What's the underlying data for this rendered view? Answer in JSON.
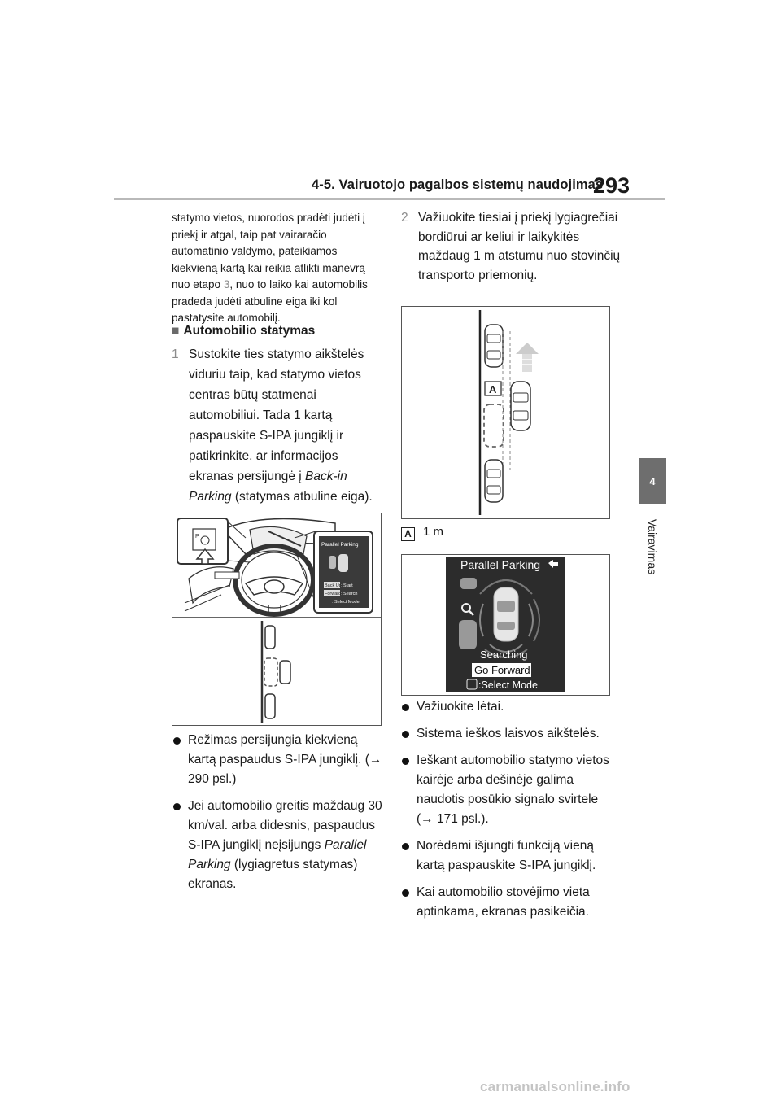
{
  "header": {
    "title": "4-5. Vairuotojo pagalbos sistemų naudojimas",
    "page_number": "293"
  },
  "side_tab": {
    "number": "4",
    "label": "Vairavimas"
  },
  "intro": {
    "text_before": "statymo vietos, nuorodos pradėti judėti į priekį ir atgal, taip pat vairaračio automatinio valdymo, pateikiamos kiekvieną kartą kai reikia atlikti manevrą nuo etapo ",
    "step_ref": "3",
    "text_after": ", nuo to laiko kai automobilis pradeda judėti atbuline eiga iki kol pastatysite automobilį."
  },
  "section": {
    "marker": "■",
    "title": "Automobilio statymas"
  },
  "step1": {
    "number": "1",
    "text_before": "Sustokite ties statymo aikštelės viduriu taip, kad statymo vietos centras būtų statmenai automobiliui. Tada 1 kartą paspauskite S-IPA jungiklį ir patikrinkite, ar informacijos ekranas persijungė į ",
    "italic": "Back-in Parking",
    "text_after": " (statymas atbuline eiga)."
  },
  "figure1": {
    "screen_title": "Parallel Parking",
    "line1_key": "Back Up",
    "line1_text": ": Start",
    "line2_key": "Forward",
    "line2_text": ": Search",
    "line3_text": ": Select Mode"
  },
  "bullets_left": [
    {
      "text": "Režimas persijungia kiekvieną kartą paspaudus S-IPA jungiklį. (→ 290 psl.)"
    },
    {
      "text_before": "Jei automobilio greitis maždaug 30 km/val. arba didesnis, paspaudus S-IPA jungiklį neįsijungs ",
      "italic": "Parallel Parking",
      "text_after": " (lygiagretus statymas) ekranas."
    }
  ],
  "step2": {
    "number": "2",
    "text": "Važiuokite tiesiai į priekį lygiagrečiai bordiūrui ar keliui ir laikykitės maždaug 1 m atstumu nuo stovinčių transporto priemonių."
  },
  "figure2": {
    "label": "A"
  },
  "legend": {
    "label": "A",
    "text": "1 m"
  },
  "figure3": {
    "screen_title": "Parallel Parking",
    "status": "Searching",
    "instruction": "Go Forward",
    "mode": ":Select Mode"
  },
  "bullets_right": [
    "Važiuokite lėtai.",
    "Sistema ieškos laisvos aikštelės.",
    "Ieškant automobilio statymo vietos kairėje arba dešinėje galima naudotis posūkio signalo svirtele (→ 171 psl.).",
    "Norėdami išjungti funkciją vieną kartą paspauskite S-IPA jungiklį.",
    "Kai automobilio stovėjimo vieta aptinkama, ekranas pasikeičia."
  ],
  "watermark": "carmanualsonline.info"
}
